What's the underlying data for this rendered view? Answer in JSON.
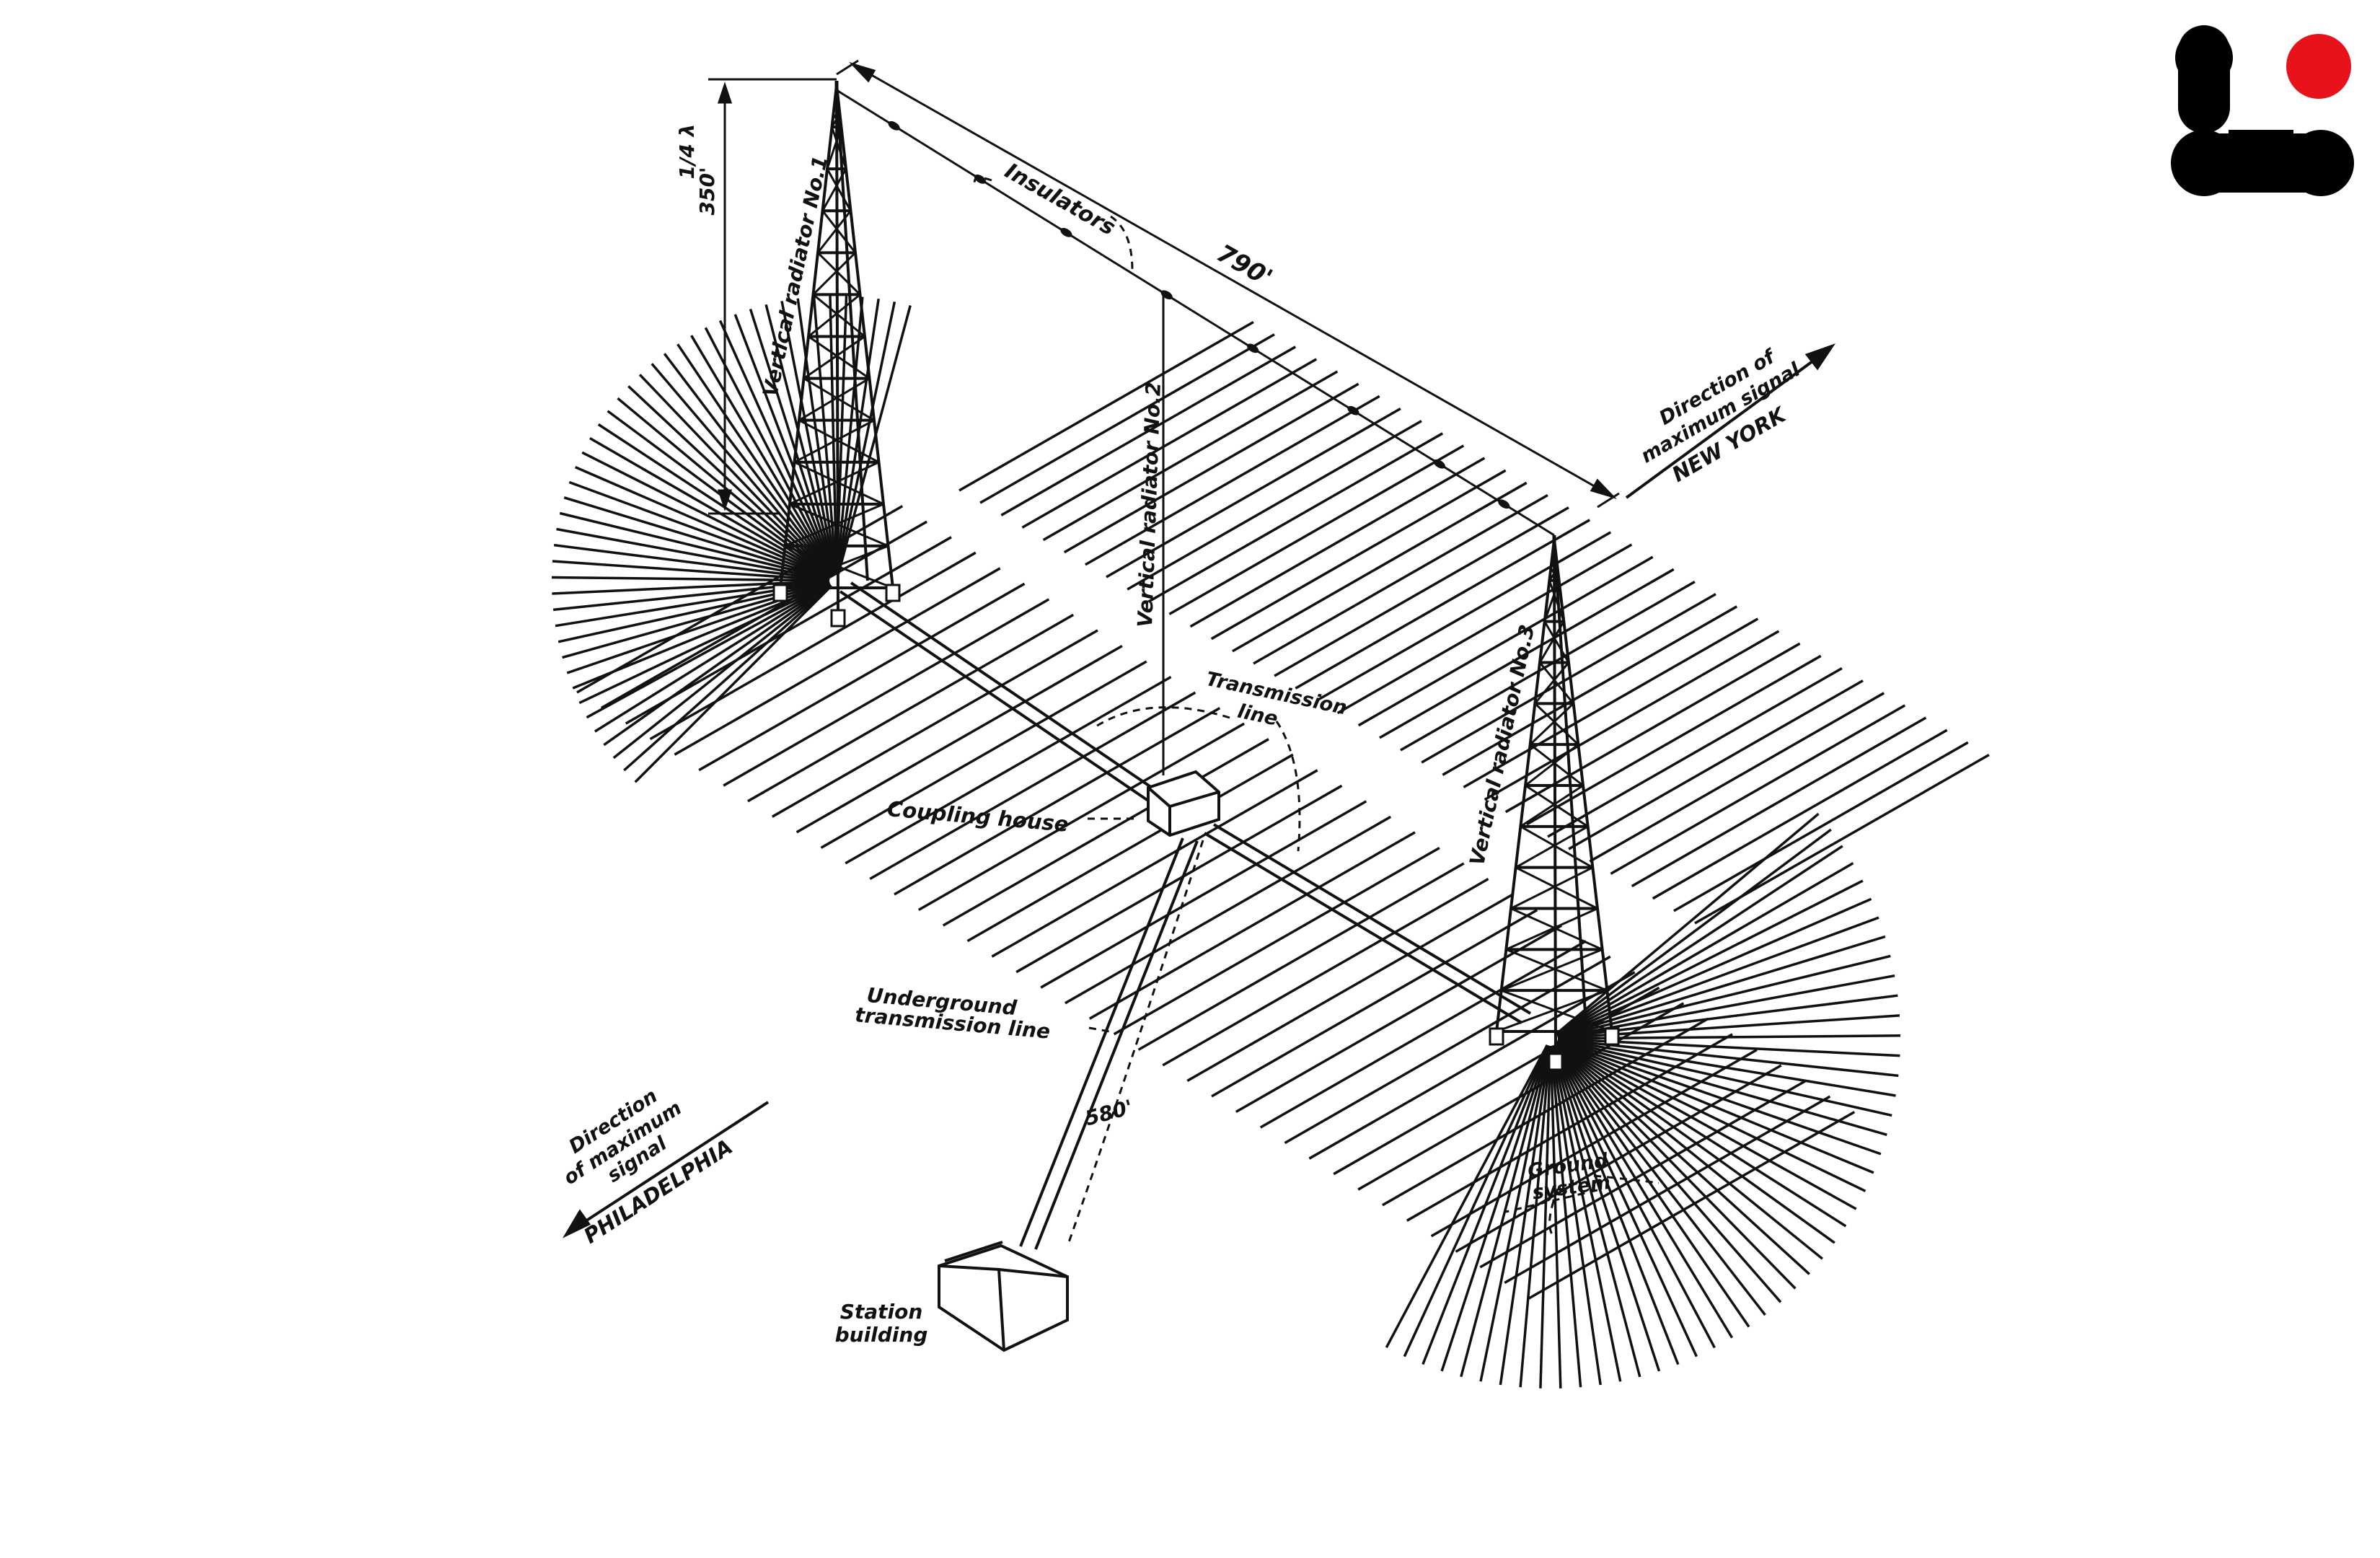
{
  "dimensions": {
    "quarter_wave_fraction": "1/4 λ",
    "tower_height": "350'",
    "tower_spacing": "790'",
    "station_line_length": "580'"
  },
  "labels": {
    "insulators": "Insulators",
    "radiator_1": "Vertical radiator No.1",
    "radiator_2": "Vertical radiator No.2",
    "radiator_3": "Vertical radiator No.3",
    "transmission_line": [
      "Transmission",
      "line"
    ],
    "coupling_house": "Coupling house",
    "underground_line": [
      "Underground",
      "transmission line"
    ],
    "station_building": [
      "Station",
      "building"
    ],
    "ground_system": [
      "Ground",
      "system"
    ]
  },
  "directions": {
    "northeast": {
      "line1": "Direction of",
      "line2": "maximum signal",
      "city": "NEW YORK"
    },
    "southwest": {
      "line1": "Direction",
      "line2": "of maximum",
      "line3": "signal",
      "city": "PHILADELPHIA"
    }
  },
  "colors": {
    "ink": "#111111",
    "logo_black": "#000000",
    "logo_red": "#e8121a"
  }
}
